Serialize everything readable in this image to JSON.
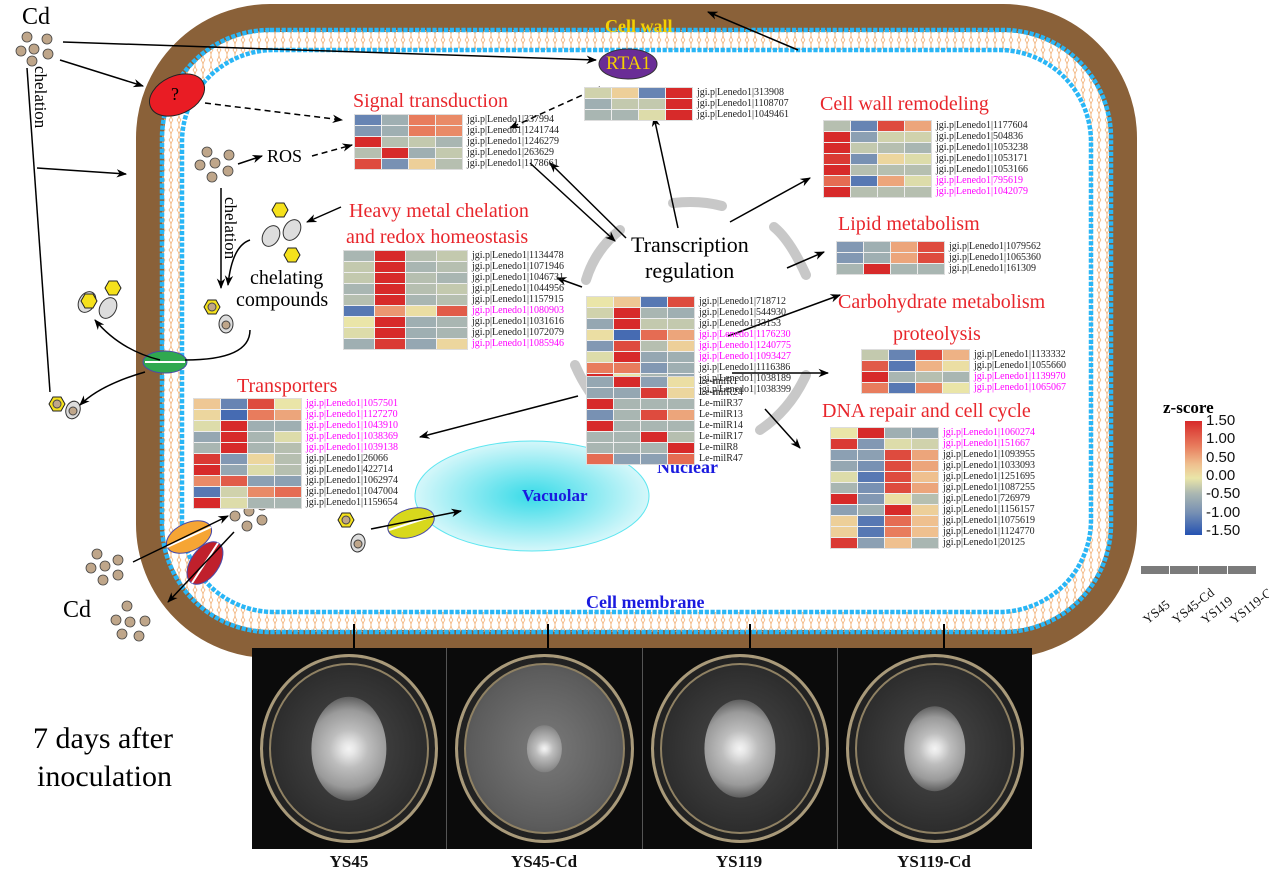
{
  "labels": {
    "cd_top": "Cd",
    "cd_bottom": "Cd",
    "chelation_outer": "chelation",
    "chelation_inner": "chelation",
    "ros": "ROS",
    "chelating_compounds_1": "chelating",
    "chelating_compounds_2": "compounds",
    "unknown_receptor": "?",
    "rta1": "RTA1",
    "cell_wall": "Cell wall",
    "cell_membrane": "Cell membrane",
    "transcription_1": "Transcription",
    "transcription_2": "regulation",
    "nuclear": "Nuclear",
    "vacuolar": "Vacuolar",
    "days_1": "7 days after",
    "days_2": "inoculation"
  },
  "colors": {
    "cell_wall": "#8a6139",
    "membrane_head": "#29b6f6",
    "membrane_tail": "#f2b47c",
    "title_red": "#e8262c",
    "highlight_pink": "#ff00ff",
    "nuclear_blue": "#1a1adf",
    "cell_wall_label": "#f5d000",
    "receptor_red": "#e91c24",
    "rta1_purple": "#6a2d96",
    "cd_particle": "#bfa68a",
    "vacuole": "#40dce8"
  },
  "samples": [
    "YS45",
    "YS45-Cd",
    "YS119",
    "YS119-Cd"
  ],
  "zscore": {
    "title": "z-score",
    "ticks": [
      "1.50",
      "1.00",
      "0.50",
      "0.00",
      "-0.50",
      "-1.00",
      "-1.50"
    ],
    "range": [
      -1.5,
      1.5
    ]
  },
  "plates": {
    "caption_1": "7 days after",
    "caption_2": "inoculation",
    "items": [
      {
        "label": "YS45",
        "colony_size": 0.55
      },
      {
        "label": "YS45-Cd",
        "colony_size": 0.25
      },
      {
        "label": "YS119",
        "colony_size": 0.52
      },
      {
        "label": "YS119-Cd",
        "colony_size": 0.45
      }
    ]
  },
  "heatmaps": {
    "signal": {
      "title": "Signal transduction",
      "rows": [
        {
          "id": "jgi.p|Lenedo1|337994",
          "hl": false,
          "v": [
            -1.1,
            -0.6,
            1.0,
            0.9
          ]
        },
        {
          "id": "jgi.p|Lenedo1|1241744",
          "hl": false,
          "v": [
            -0.9,
            -0.6,
            1.0,
            0.9
          ]
        },
        {
          "id": "jgi.p|Lenedo1|1246279",
          "hl": false,
          "v": [
            1.5,
            -0.4,
            -0.3,
            -0.5
          ]
        },
        {
          "id": "jgi.p|Lenedo1|263629",
          "hl": false,
          "v": [
            -0.4,
            1.5,
            -0.6,
            -0.3
          ]
        },
        {
          "id": "jgi.p|Lenedo1|1178661",
          "hl": false,
          "v": [
            1.3,
            -1.0,
            0.3,
            -0.4
          ]
        }
      ]
    },
    "rta1": {
      "rows": [
        {
          "id": "jgi.p|Lenedo1|313908",
          "hl": false,
          "v": [
            -0.2,
            0.3,
            -1.1,
            1.5
          ]
        },
        {
          "id": "jgi.p|Lenedo1|1108707",
          "hl": false,
          "v": [
            -0.6,
            -0.3,
            -0.3,
            1.5
          ]
        },
        {
          "id": "jgi.p|Lenedo1|1049461",
          "hl": false,
          "v": [
            -0.5,
            -0.5,
            -0.1,
            1.5
          ]
        }
      ]
    },
    "cellwall": {
      "title": "Cell wall remodeling",
      "rows": [
        {
          "id": "jgi.p|Lenedo1|1177604",
          "hl": false,
          "v": [
            -0.4,
            -1.1,
            1.3,
            0.7
          ]
        },
        {
          "id": "jgi.p|Lenedo1|504836",
          "hl": false,
          "v": [
            1.5,
            -0.8,
            -0.2,
            -0.2
          ]
        },
        {
          "id": "jgi.p|Lenedo1|1053238",
          "hl": false,
          "v": [
            1.5,
            -0.3,
            -0.4,
            -0.5
          ]
        },
        {
          "id": "jgi.p|Lenedo1|1053171",
          "hl": false,
          "v": [
            1.4,
            -1.0,
            0.2,
            -0.1
          ]
        },
        {
          "id": "jgi.p|Lenedo1|1053166",
          "hl": false,
          "v": [
            1.5,
            -0.4,
            -0.4,
            -0.4
          ]
        },
        {
          "id": "jgi.p|Lenedo1|795619",
          "hl": true,
          "v": [
            1.1,
            -1.2,
            0.7,
            -0.1
          ]
        },
        {
          "id": "jgi.p|Lenedo1|1042079",
          "hl": true,
          "v": [
            1.5,
            -0.4,
            -0.4,
            -0.4
          ]
        }
      ]
    },
    "heavymetal": {
      "title": "Heavy metal chelation",
      "title2": "and redox homeostasis",
      "rows": [
        {
          "id": "jgi.p|Lenedo1|1134478",
          "hl": false,
          "v": [
            -0.5,
            1.5,
            -0.4,
            -0.3
          ]
        },
        {
          "id": "jgi.p|Lenedo1|1071946",
          "hl": false,
          "v": [
            -0.3,
            1.5,
            -0.5,
            -0.4
          ]
        },
        {
          "id": "jgi.p|Lenedo1|1046731",
          "hl": false,
          "v": [
            -0.3,
            1.5,
            -0.4,
            -0.5
          ]
        },
        {
          "id": "jgi.p|Lenedo1|1044956",
          "hl": false,
          "v": [
            -0.5,
            1.5,
            -0.4,
            -0.3
          ]
        },
        {
          "id": "jgi.p|Lenedo1|1157915",
          "hl": false,
          "v": [
            -0.4,
            1.5,
            -0.5,
            -0.4
          ]
        },
        {
          "id": "jgi.p|Lenedo1|1080903",
          "hl": true,
          "v": [
            -1.2,
            0.8,
            0.1,
            1.2
          ]
        },
        {
          "id": "jgi.p|Lenedo1|1031616",
          "hl": false,
          "v": [
            0.0,
            1.5,
            -0.6,
            -0.5
          ]
        },
        {
          "id": "jgi.p|Lenedo1|1072079",
          "hl": false,
          "v": [
            -0.1,
            1.5,
            -0.6,
            -0.5
          ]
        },
        {
          "id": "jgi.p|Lenedo1|1085946",
          "hl": true,
          "v": [
            -0.6,
            1.4,
            -0.7,
            0.2
          ]
        }
      ]
    },
    "nuclear_genes": {
      "rows": [
        {
          "id": "jgi.p|Lenedo1|718712",
          "hl": false,
          "v": [
            0.0,
            0.4,
            -1.2,
            1.3
          ]
        },
        {
          "id": "jgi.p|Lenedo1|544930",
          "hl": false,
          "v": [
            -0.2,
            1.5,
            -0.5,
            -0.6
          ]
        },
        {
          "id": "jgi.p|Lenedo1|33153",
          "hl": false,
          "v": [
            -0.7,
            1.5,
            -0.3,
            -0.3
          ]
        },
        {
          "id": "jgi.p|Lenedo1|1176230",
          "hl": true,
          "v": [
            0.1,
            -1.3,
            1.1,
            0.7
          ]
        },
        {
          "id": "jgi.p|Lenedo1|1240775",
          "hl": true,
          "v": [
            -0.9,
            1.3,
            -0.4,
            0.3
          ]
        },
        {
          "id": "jgi.p|Lenedo1|1093427",
          "hl": true,
          "v": [
            -0.1,
            1.5,
            -0.7,
            -0.6
          ]
        },
        {
          "id": "jgi.p|Lenedo1|1116386",
          "hl": false,
          "v": [
            1.0,
            1.0,
            -0.9,
            -0.6
          ]
        },
        {
          "id": "jgi.p|Lenedo1|1038189",
          "hl": false,
          "v": [
            1.5,
            0.0,
            -0.5,
            -0.7
          ]
        },
        {
          "id": "jgi.p|Lenedo1|1038399",
          "hl": false,
          "v": [
            -0.1,
            -0.9,
            1.4,
            0.0
          ]
        }
      ]
    },
    "mirna": {
      "rows": [
        {
          "id": "Le-milR1",
          "hl": false,
          "v": [
            -0.7,
            1.5,
            -0.8,
            0.1
          ]
        },
        {
          "id": "Le-milR24",
          "hl": false,
          "v": [
            -0.7,
            -0.7,
            1.4,
            0.2
          ]
        },
        {
          "id": "Le-milR37",
          "hl": false,
          "v": [
            1.5,
            -0.5,
            -0.5,
            -0.5
          ]
        },
        {
          "id": "Le-milR13",
          "hl": false,
          "v": [
            -1.0,
            -0.5,
            1.3,
            0.7
          ]
        },
        {
          "id": "Le-milR14",
          "hl": false,
          "v": [
            1.5,
            -0.5,
            -0.5,
            -0.5
          ]
        },
        {
          "id": "Le-milR17",
          "hl": false,
          "v": [
            -0.5,
            -0.5,
            1.5,
            -0.4
          ]
        },
        {
          "id": "Le-milR8",
          "hl": false,
          "v": [
            -0.5,
            -0.5,
            -0.5,
            1.5
          ]
        },
        {
          "id": "Le-milR47",
          "hl": false,
          "v": [
            1.1,
            -0.8,
            -0.8,
            1.1
          ]
        }
      ]
    },
    "lipid": {
      "title": "Lipid metabolism",
      "rows": [
        {
          "id": "jgi.p|Lenedo1|1079562",
          "hl": false,
          "v": [
            -0.9,
            -0.6,
            0.7,
            1.3
          ]
        },
        {
          "id": "jgi.p|Lenedo1|1065360",
          "hl": false,
          "v": [
            -0.9,
            -0.6,
            0.7,
            1.3
          ]
        },
        {
          "id": "jgi.p|Lenedo1|161309",
          "hl": false,
          "v": [
            -0.5,
            1.5,
            -0.5,
            -0.5
          ]
        }
      ]
    },
    "carbohydrate": {
      "title": "Carbohydrate metabolism",
      "title2": "proteolysis",
      "rows": [
        {
          "id": "jgi.p|Lenedo1|1133332",
          "hl": false,
          "v": [
            -0.3,
            -1.1,
            1.3,
            0.6
          ]
        },
        {
          "id": "jgi.p|Lenedo1|1055660",
          "hl": false,
          "v": [
            1.2,
            -1.2,
            0.6,
            0.1
          ]
        },
        {
          "id": "jgi.p|Lenedo1|1139970",
          "hl": true,
          "v": [
            1.5,
            -0.5,
            -0.4,
            -0.5
          ]
        },
        {
          "id": "jgi.p|Lenedo1|1065067",
          "hl": true,
          "v": [
            1.0,
            -1.2,
            0.9,
            0.0
          ]
        }
      ]
    },
    "dna": {
      "title": "DNA repair and cell cycle",
      "rows": [
        {
          "id": "jgi.p|Lenedo1|1060274",
          "hl": true,
          "v": [
            0.0,
            1.5,
            -0.6,
            -0.7
          ]
        },
        {
          "id": "jgi.p|Lenedo1|151667",
          "hl": true,
          "v": [
            1.4,
            -0.9,
            -0.1,
            -0.2
          ]
        },
        {
          "id": "jgi.p|Lenedo1|1093955",
          "hl": false,
          "v": [
            -0.8,
            -0.8,
            1.3,
            0.7
          ]
        },
        {
          "id": "jgi.p|Lenedo1|1033093",
          "hl": false,
          "v": [
            -0.7,
            -1.0,
            1.3,
            0.7
          ]
        },
        {
          "id": "jgi.p|Lenedo1|1251695",
          "hl": false,
          "v": [
            -0.1,
            -1.2,
            1.3,
            0.5
          ]
        },
        {
          "id": "jgi.p|Lenedo1|1087255",
          "hl": false,
          "v": [
            -0.5,
            -1.0,
            1.3,
            0.7
          ]
        },
        {
          "id": "jgi.p|Lenedo1|726979",
          "hl": false,
          "v": [
            1.5,
            -0.9,
            0.1,
            -0.4
          ]
        },
        {
          "id": "jgi.p|Lenedo1|1156157",
          "hl": false,
          "v": [
            -0.8,
            -0.6,
            1.5,
            0.3
          ]
        },
        {
          "id": "jgi.p|Lenedo1|1075619",
          "hl": false,
          "v": [
            0.3,
            -1.2,
            1.1,
            0.5
          ]
        },
        {
          "id": "jgi.p|Lenedo1|1124770",
          "hl": false,
          "v": [
            0.3,
            -1.2,
            1.0,
            0.5
          ]
        },
        {
          "id": "jgi.p|Lenedo1|20125",
          "hl": false,
          "v": [
            1.4,
            -0.8,
            0.5,
            -0.5
          ]
        }
      ]
    },
    "transporters": {
      "title": "Transporters",
      "rows": [
        {
          "id": "jgi.p|Lenedo1|1057501",
          "hl": true,
          "v": [
            0.4,
            -1.1,
            1.3,
            0.0
          ]
        },
        {
          "id": "jgi.p|Lenedo1|1127270",
          "hl": true,
          "v": [
            0.2,
            -1.3,
            1.0,
            0.7
          ]
        },
        {
          "id": "jgi.p|Lenedo1|1043910",
          "hl": true,
          "v": [
            -0.1,
            1.5,
            -0.6,
            -0.6
          ]
        },
        {
          "id": "jgi.p|Lenedo1|1038369",
          "hl": true,
          "v": [
            -0.7,
            1.5,
            -0.5,
            -0.1
          ]
        },
        {
          "id": "jgi.p|Lenedo1|1039138",
          "hl": true,
          "v": [
            -0.5,
            1.5,
            -0.5,
            -0.4
          ]
        },
        {
          "id": "jgi.p|Lenedo1|26066",
          "hl": false,
          "v": [
            1.4,
            -0.9,
            0.2,
            -0.4
          ]
        },
        {
          "id": "jgi.p|Lenedo1|422714",
          "hl": false,
          "v": [
            1.5,
            -0.7,
            -0.1,
            -0.4
          ]
        },
        {
          "id": "jgi.p|Lenedo1|1062974",
          "hl": false,
          "v": [
            0.9,
            1.2,
            -0.8,
            -0.8
          ]
        },
        {
          "id": "jgi.p|Lenedo1|1047004",
          "hl": false,
          "v": [
            -1.2,
            -0.2,
            0.9,
            1.1
          ]
        },
        {
          "id": "jgi.p|Lenedo1|1159654",
          "hl": false,
          "v": [
            1.5,
            -0.1,
            -0.5,
            -0.5
          ]
        }
      ]
    }
  }
}
